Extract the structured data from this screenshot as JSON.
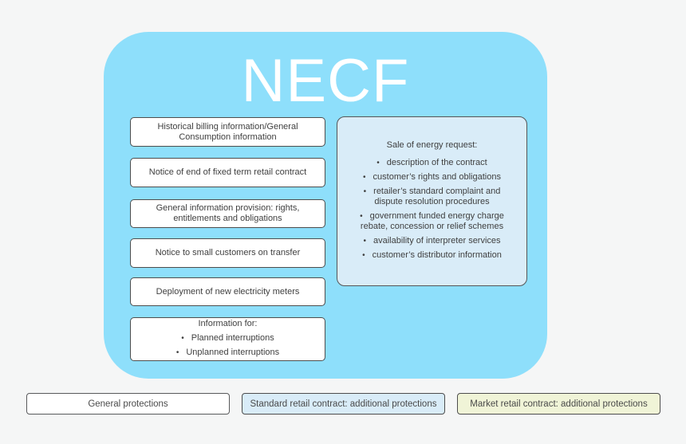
{
  "title": "NECF",
  "left_boxes": [
    {
      "label": "Historical billing information/General Consumption information"
    },
    {
      "label": "Notice of end of fixed term retail contract"
    },
    {
      "label": "General information provision: rights, entitlements and obligations"
    },
    {
      "label": "Notice to small customers on transfer"
    },
    {
      "label": "Deployment of new electricity meters"
    }
  ],
  "info_box": {
    "title": "Information for:",
    "bullets": [
      "Planned interruptions",
      "Unplanned interruptions"
    ]
  },
  "sale_box": {
    "title": "Sale of energy request:",
    "bullets": [
      "description of the contract",
      "customer’s rights and obligations",
      "retailer’s standard complaint and dispute resolution procedures",
      "government funded energy charge rebate, concession or relief schemes",
      "availability of interpreter services",
      "customer’s distributor information"
    ]
  },
  "legend": [
    {
      "label": "General protections"
    },
    {
      "label": "Standard retail contract: additional protections"
    },
    {
      "label": "Market retail contract: additional protections"
    }
  ],
  "colors": {
    "canvas_background": "#F5F6F6",
    "necf_fill": "#8EDFFB",
    "node_fill": "#FFFFFF",
    "sale_box_fill": "#D9ECF8",
    "legend_blue_fill": "#D9ECF8",
    "legend_yellow_fill": "#F0F4D7",
    "border": "#4D4D4D",
    "text": "#3F3F3F",
    "title_text": "#FFFFFF"
  }
}
